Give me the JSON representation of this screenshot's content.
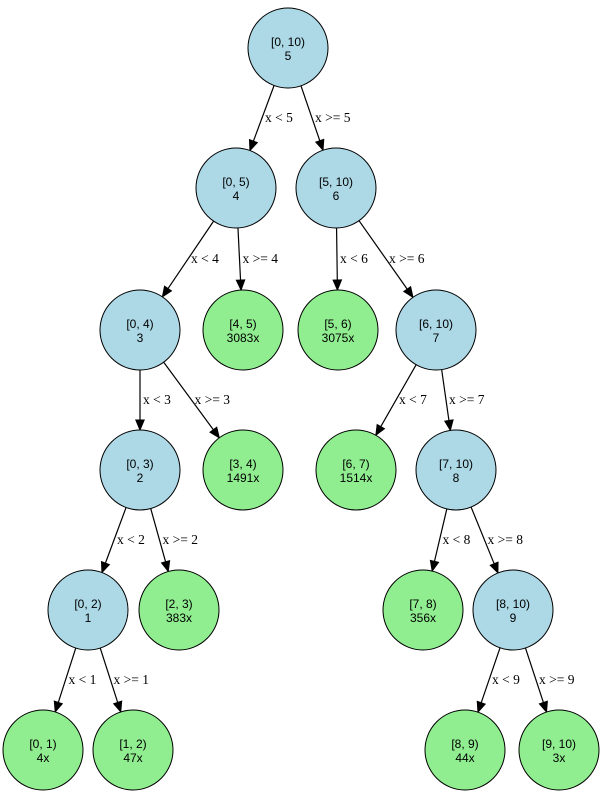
{
  "colors": {
    "internal": "#add8e6",
    "leaf": "#90ee90",
    "stroke": "#000000",
    "background": "#ffffff"
  },
  "tree": {
    "nodes": [
      {
        "id": "n0_10",
        "range": "[0, 10)",
        "value": "5",
        "kind": "internal"
      },
      {
        "id": "n0_5",
        "range": "[0, 5)",
        "value": "4",
        "kind": "internal"
      },
      {
        "id": "n5_10",
        "range": "[5, 10)",
        "value": "6",
        "kind": "internal"
      },
      {
        "id": "n0_4",
        "range": "[0, 4)",
        "value": "3",
        "kind": "internal"
      },
      {
        "id": "n4_5",
        "range": "[4, 5)",
        "value": "3083x",
        "kind": "leaf"
      },
      {
        "id": "n5_6",
        "range": "[5, 6)",
        "value": "3075x",
        "kind": "leaf"
      },
      {
        "id": "n6_10",
        "range": "[6, 10)",
        "value": "7",
        "kind": "internal"
      },
      {
        "id": "n0_3",
        "range": "[0, 3)",
        "value": "2",
        "kind": "internal"
      },
      {
        "id": "n3_4",
        "range": "[3, 4)",
        "value": "1491x",
        "kind": "leaf"
      },
      {
        "id": "n6_7",
        "range": "[6, 7)",
        "value": "1514x",
        "kind": "leaf"
      },
      {
        "id": "n7_10",
        "range": "[7, 10)",
        "value": "8",
        "kind": "internal"
      },
      {
        "id": "n0_2",
        "range": "[0, 2)",
        "value": "1",
        "kind": "internal"
      },
      {
        "id": "n2_3",
        "range": "[2, 3)",
        "value": "383x",
        "kind": "leaf"
      },
      {
        "id": "n7_8",
        "range": "[7, 8)",
        "value": "356x",
        "kind": "leaf"
      },
      {
        "id": "n8_10",
        "range": "[8, 10)",
        "value": "9",
        "kind": "internal"
      },
      {
        "id": "n0_1",
        "range": "[0, 1)",
        "value": "4x",
        "kind": "leaf"
      },
      {
        "id": "n1_2",
        "range": "[1, 2)",
        "value": "47x",
        "kind": "leaf"
      },
      {
        "id": "n8_9",
        "range": "[8, 9)",
        "value": "44x",
        "kind": "leaf"
      },
      {
        "id": "n9_10",
        "range": "[9, 10)",
        "value": "3x",
        "kind": "leaf"
      }
    ],
    "edges": [
      {
        "from": "n0_10",
        "to": "n0_5",
        "label": "x < 5"
      },
      {
        "from": "n0_10",
        "to": "n5_10",
        "label": "x >= 5"
      },
      {
        "from": "n0_5",
        "to": "n0_4",
        "label": "x < 4"
      },
      {
        "from": "n0_5",
        "to": "n4_5",
        "label": "x >= 4"
      },
      {
        "from": "n5_10",
        "to": "n5_6",
        "label": "x < 6"
      },
      {
        "from": "n5_10",
        "to": "n6_10",
        "label": "x >= 6"
      },
      {
        "from": "n0_4",
        "to": "n0_3",
        "label": "x < 3"
      },
      {
        "from": "n0_4",
        "to": "n3_4",
        "label": "x >= 3"
      },
      {
        "from": "n6_10",
        "to": "n6_7",
        "label": "x < 7"
      },
      {
        "from": "n6_10",
        "to": "n7_10",
        "label": "x >= 7"
      },
      {
        "from": "n0_3",
        "to": "n0_2",
        "label": "x < 2"
      },
      {
        "from": "n0_3",
        "to": "n2_3",
        "label": "x >= 2"
      },
      {
        "from": "n7_10",
        "to": "n7_8",
        "label": "x < 8"
      },
      {
        "from": "n7_10",
        "to": "n8_10",
        "label": "x >= 8"
      },
      {
        "from": "n0_2",
        "to": "n0_1",
        "label": "x < 1"
      },
      {
        "from": "n0_2",
        "to": "n1_2",
        "label": "x >= 1"
      },
      {
        "from": "n8_10",
        "to": "n8_9",
        "label": "x < 9"
      },
      {
        "from": "n8_10",
        "to": "n9_10",
        "label": "x >= 9"
      }
    ]
  }
}
